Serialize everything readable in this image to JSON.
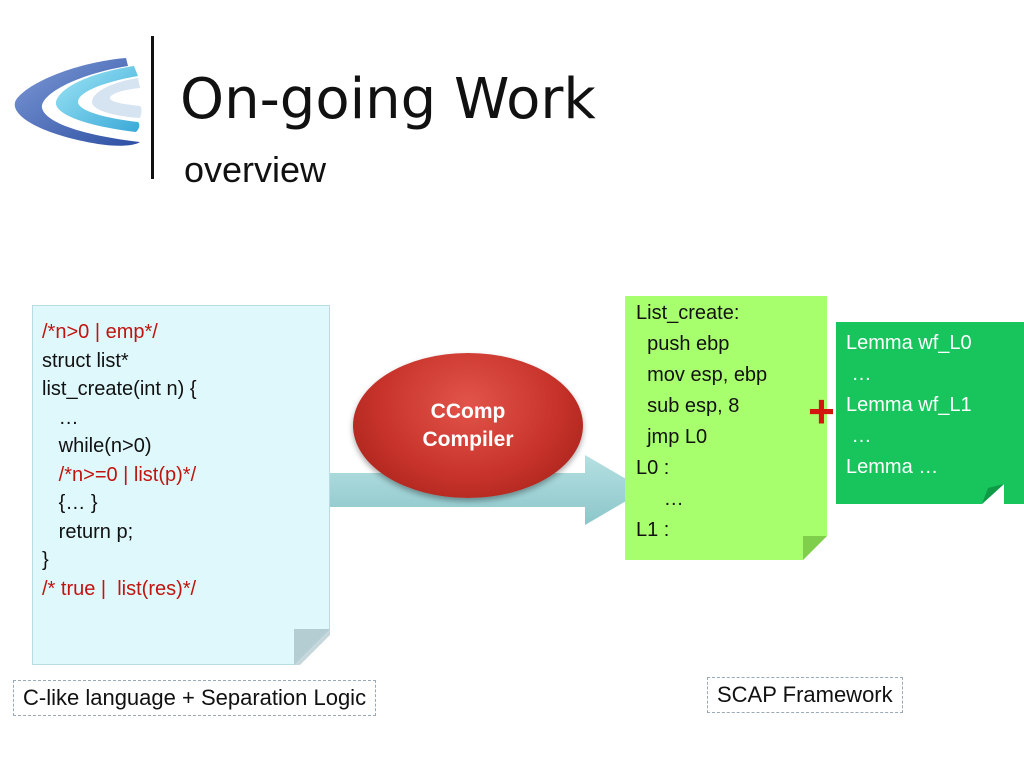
{
  "slide": {
    "title": "On-going Work",
    "subtitle": "overview"
  },
  "source_code": {
    "lines": [
      {
        "text": "/*n>0 | emp*/",
        "color": "#c0140e"
      },
      {
        "text": "struct list*",
        "color": "#111111"
      },
      {
        "text": "list_create(int n) {",
        "color": "#111111"
      },
      {
        "text": "   …",
        "color": "#111111"
      },
      {
        "text": "   while(n>0)",
        "color": "#111111"
      },
      {
        "text": "   /*n>=0 | list(p)*/",
        "color": "#c0140e"
      },
      {
        "text": "   {… }",
        "color": "#111111"
      },
      {
        "text": "   return p;",
        "color": "#111111"
      },
      {
        "text": "}",
        "color": "#111111"
      },
      {
        "text": "/* true |  list(res)*/",
        "color": "#c0140e"
      }
    ]
  },
  "compiler": {
    "line1": "CComp",
    "line2": "Compiler"
  },
  "assembly": {
    "lines": [
      "List_create:",
      "  push ebp",
      "  mov esp, ebp",
      "  sub esp, 8",
      "  jmp L0",
      "L0 :",
      "     …",
      "L1 :"
    ]
  },
  "plus_symbol": "+",
  "lemmas": {
    "lines": [
      "Lemma wf_L0",
      " …",
      "Lemma wf_L1",
      " …",
      "Lemma …"
    ]
  },
  "labels": {
    "left": "C-like language + Separation Logic",
    "right": "SCAP Framework"
  },
  "colors": {
    "source_note": "#dff8fc",
    "assembly_note": "#a8ff6e",
    "lemma_note": "#17c55c",
    "compiler": "#c7332a",
    "arrow": "#9fd1d4",
    "annotation_red": "#c0140e"
  }
}
